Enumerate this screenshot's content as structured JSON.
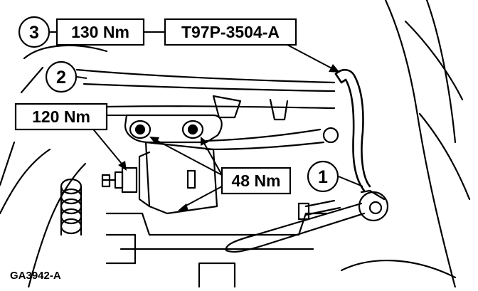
{
  "figure_id": "GA3942-A",
  "callouts": [
    {
      "id": "1",
      "label": "1"
    },
    {
      "id": "2",
      "label": "2"
    },
    {
      "id": "3",
      "label": "3"
    }
  ],
  "torque_labels": {
    "t130": "130 Nm",
    "t120": "120 Nm",
    "t48": "48 Nm"
  },
  "tool_label": "T97P-3504-A"
}
